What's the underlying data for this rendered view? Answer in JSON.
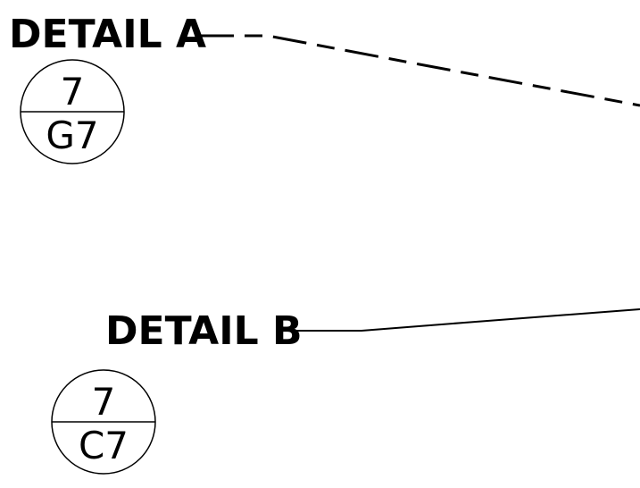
{
  "details": [
    {
      "label": "DETAIL A",
      "detail_number": "7",
      "sheet_number": "G7",
      "leader_style": "dashed"
    },
    {
      "label": "DETAIL B",
      "detail_number": "7",
      "sheet_number": "C7",
      "leader_style": "solid"
    }
  ],
  "colors": {
    "line": "#000000",
    "text": "#000000",
    "background": "#ffffff"
  }
}
